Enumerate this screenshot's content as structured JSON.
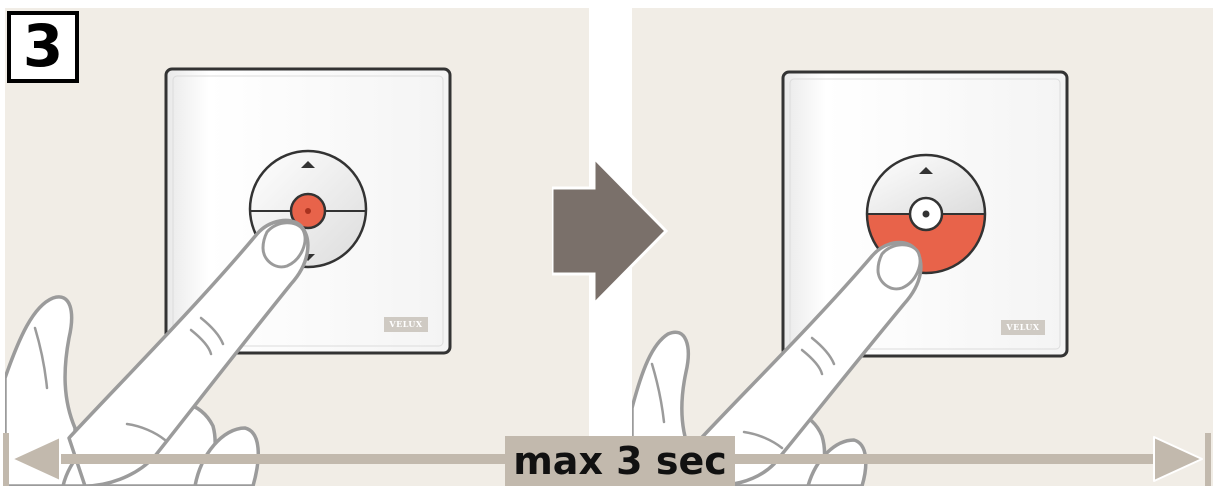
{
  "step": {
    "number": "3"
  },
  "panels": [
    {
      "state": "press-center-stop",
      "brand": "VELUX"
    },
    {
      "state": "down-half-active",
      "brand": "VELUX"
    }
  ],
  "duration": {
    "label": "max 3 sec"
  },
  "colors": {
    "background": "#f1ede6",
    "highlight": "#e8634a",
    "arrow": "#7a706a",
    "timeline": "#c2b9ad",
    "switch_frame": "#333333"
  },
  "icons": [
    "up-triangle-icon",
    "down-triangle-icon",
    "stop-dot-icon",
    "hand-icon",
    "next-arrow-icon",
    "double-arrow-icon"
  ]
}
